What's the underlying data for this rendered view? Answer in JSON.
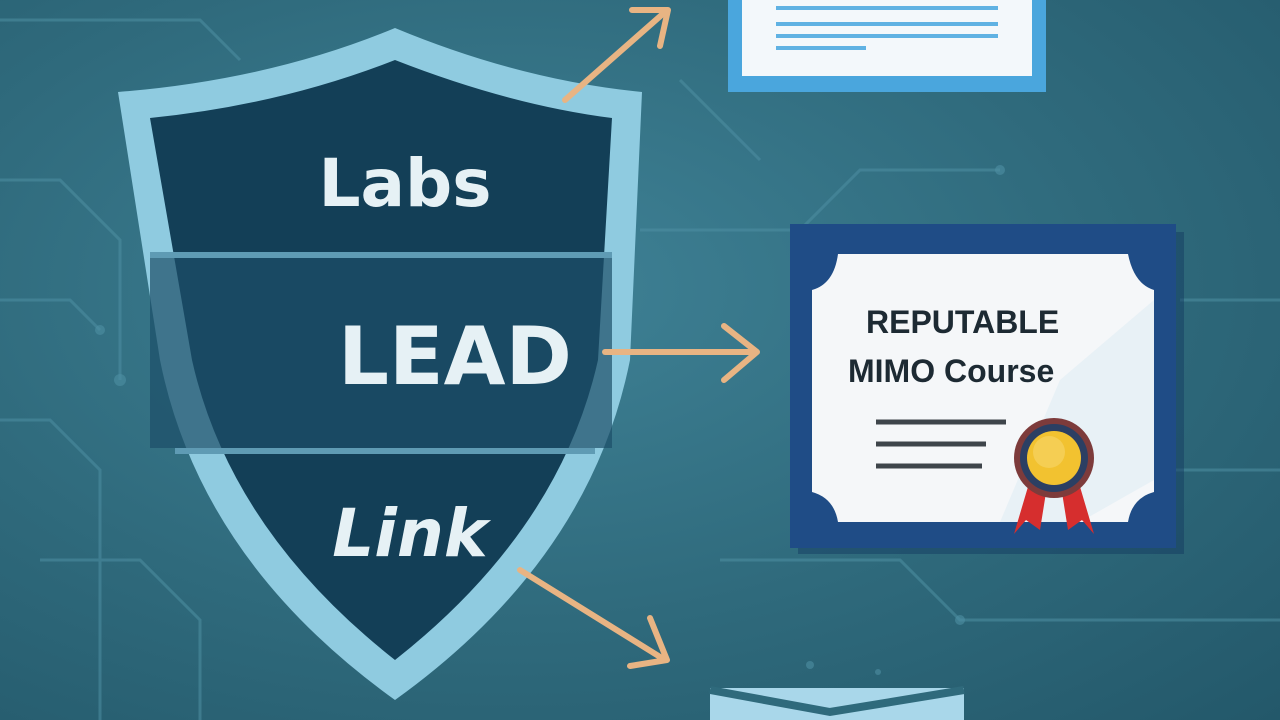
{
  "shield": {
    "labels": [
      "Labs",
      "LEAD",
      "Link"
    ]
  },
  "certificate": {
    "title_line1": "REPUTABLE",
    "title_line2": "MIMO Course",
    "badge": "award-ribbon-icon"
  },
  "colors": {
    "background": "#2f6a7c",
    "shield_outer": "#8fcbe0",
    "shield_inner": "#133f57",
    "arrow": "#e8b483",
    "certificate_frame": "#1f4c86",
    "document_frame": "#4aa6dd",
    "medal_gold": "#f2c230",
    "ribbon_red": "#d62e2e"
  }
}
